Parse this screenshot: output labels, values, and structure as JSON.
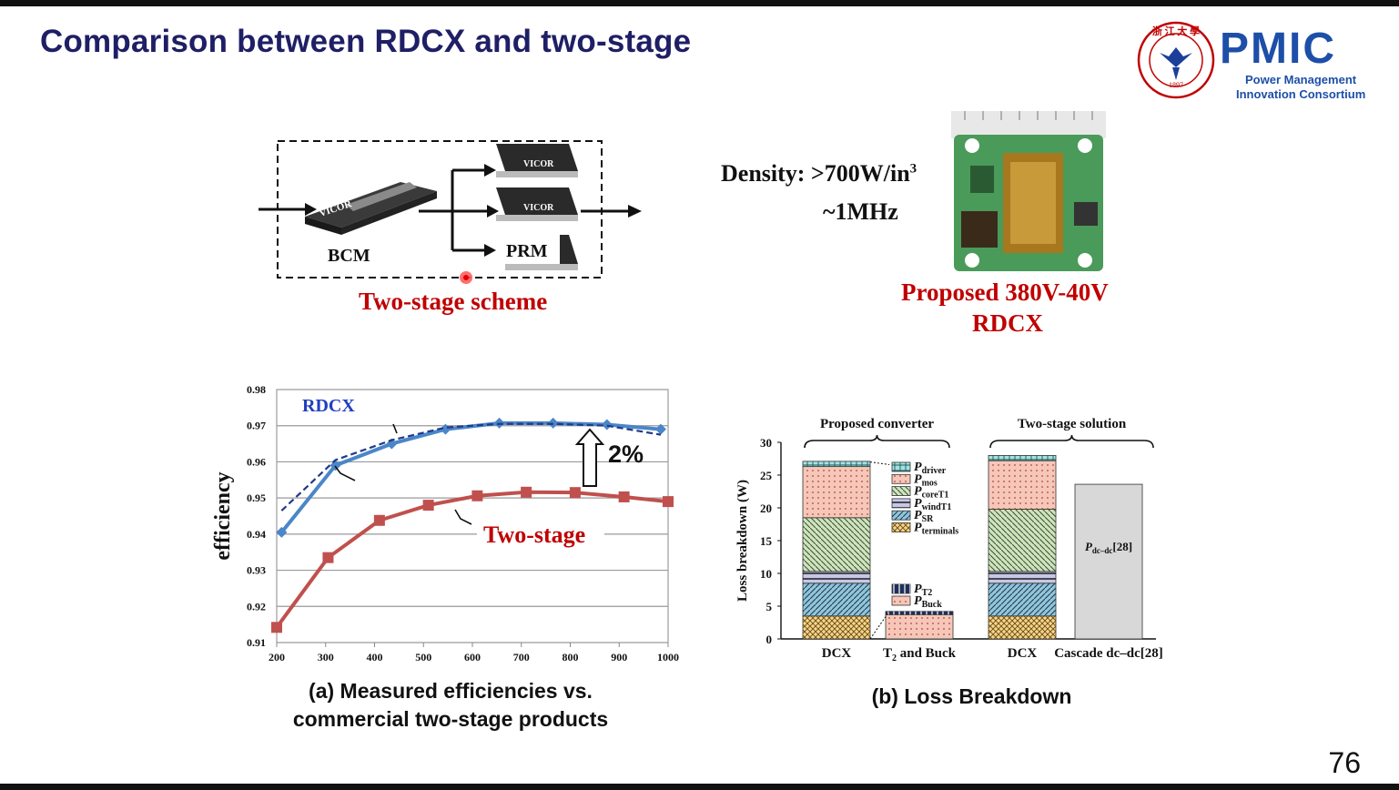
{
  "slide": {
    "title": "Comparison between RDCX and two-stage",
    "page_number": "76"
  },
  "logo": {
    "brand": "PMIC",
    "line1": "Power Management",
    "line2": "Innovation Consortium",
    "seal_text": "ZHEJIANG UNIVERSITY",
    "seal_year": "1897"
  },
  "scheme": {
    "bcm_label": "BCM",
    "prm_label": "PRM",
    "caption": "Two-stage scheme",
    "module_brand": "VICOR"
  },
  "rdcx": {
    "density": "Density: >700W/in",
    "density_sup": "3",
    "freq": "~1MHz",
    "caption_line1": "Proposed 380V-40V",
    "caption_line2": "RDCX"
  },
  "captions": {
    "a_line1": "(a) Measured efficiencies vs.",
    "a_line2": "commercial two-stage products",
    "b": "(b) Loss Breakdown"
  },
  "colors": {
    "title": "#1f1f66",
    "accent_red": "#c00000",
    "rdcx_line": "#4a86c8",
    "twostage_line": "#c0504d",
    "label_blue": "#1f3fbf"
  },
  "chart_data": [
    {
      "type": "line",
      "ylabel": "efficiency",
      "xlim": [
        200,
        1000
      ],
      "ylim": [
        0.91,
        0.98
      ],
      "xticks": [
        200,
        300,
        400,
        500,
        600,
        700,
        800,
        900,
        1000
      ],
      "yticks": [
        0.91,
        0.92,
        0.93,
        0.94,
        0.95,
        0.96,
        0.97,
        0.98
      ],
      "grid": true,
      "annotation": "2%",
      "series": [
        {
          "name": "RDCX",
          "style": "solid-diamond",
          "x": [
            210,
            320,
            435,
            545,
            655,
            765,
            875,
            985
          ],
          "y": [
            0.9405,
            0.959,
            0.965,
            0.969,
            0.9707,
            0.9707,
            0.9703,
            0.969
          ]
        },
        {
          "style": "dashed",
          "x": [
            210,
            320,
            435,
            545,
            655,
            765,
            875,
            985
          ],
          "y": [
            0.9465,
            0.9605,
            0.966,
            0.9695,
            0.9705,
            0.9705,
            0.97,
            0.9675
          ]
        },
        {
          "name": "Two-stage",
          "style": "solid-square",
          "x": [
            200,
            305,
            410,
            510,
            610,
            710,
            810,
            910,
            1000
          ],
          "y": [
            0.9142,
            0.9335,
            0.9438,
            0.948,
            0.9506,
            0.9516,
            0.9515,
            0.9503,
            0.949
          ]
        }
      ]
    },
    {
      "type": "bar",
      "ylabel": "Loss breakdown (W)",
      "ylim": [
        0,
        30
      ],
      "yticks": [
        0,
        5,
        10,
        15,
        20,
        25,
        30
      ],
      "categories": [
        "DCX",
        "T2 and Buck",
        "DCX",
        "Cascade dc-dc[28]"
      ],
      "category_labels": [
        {
          "main": "DCX",
          "sub": ""
        },
        {
          "main": "T",
          "sub": "2",
          "rest": " and Buck"
        },
        {
          "main": "DCX",
          "sub": ""
        },
        {
          "main": "Cascade dc–dc[28]",
          "sub": ""
        }
      ],
      "groups": [
        {
          "label": "Proposed converter",
          "categories": [
            0,
            1
          ]
        },
        {
          "label": "Two-stage solution",
          "categories": [
            2,
            3
          ]
        }
      ],
      "legend": [
        {
          "key": "driver",
          "main": "P",
          "sub": "driver"
        },
        {
          "key": "mos",
          "main": "P",
          "sub": "mos"
        },
        {
          "key": "core",
          "main": "P",
          "sub": "coreT1"
        },
        {
          "key": "wind",
          "main": "P",
          "sub": "windT1"
        },
        {
          "key": "sr",
          "main": "P",
          "sub": "SR"
        },
        {
          "key": "term",
          "main": "P",
          "sub": "terminals"
        }
      ],
      "legend2": [
        {
          "key": "t2",
          "main": "P",
          "sub": "T2"
        },
        {
          "key": "buck",
          "main": "P",
          "sub": "Buck"
        }
      ],
      "stacks": [
        [
          {
            "key": "term",
            "value": 3.5
          },
          {
            "key": "sr",
            "value": 5.0
          },
          {
            "key": "wind",
            "value": 1.8
          },
          {
            "key": "core",
            "value": 8.2
          },
          {
            "key": "mos",
            "value": 7.8
          },
          {
            "key": "driver",
            "value": 0.8
          }
        ],
        [
          {
            "key": "buck",
            "value": 3.7
          },
          {
            "key": "t2",
            "value": 0.5
          }
        ],
        [
          {
            "key": "term",
            "value": 3.5
          },
          {
            "key": "sr",
            "value": 5.0
          },
          {
            "key": "wind",
            "value": 1.8
          },
          {
            "key": "core",
            "value": 9.5
          },
          {
            "key": "mos",
            "value": 7.4
          },
          {
            "key": "driver",
            "value": 0.8
          }
        ],
        [
          {
            "key": "cascade",
            "value": 23.6
          }
        ]
      ],
      "cascade_label": {
        "main": "P",
        "sub": "dc–dc",
        "rest": "[28]"
      }
    }
  ]
}
